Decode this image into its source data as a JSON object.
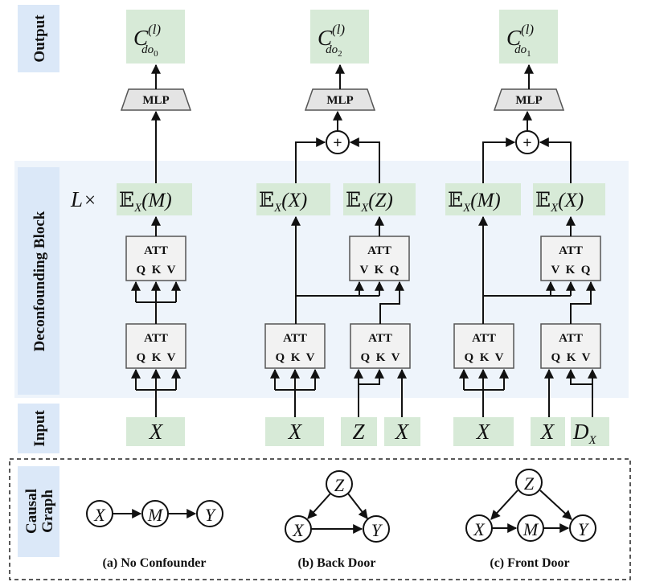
{
  "side_labels": {
    "output": "Output",
    "block": "Deconfounding Block",
    "input": "Input",
    "causal_line1": "Causal",
    "causal_line2": "Graph"
  },
  "repeat": {
    "var": "L",
    "symbol": "×"
  },
  "outputs": [
    {
      "letter": "C",
      "sup": "(l)",
      "sub": "do",
      "subidx": "0"
    },
    {
      "letter": "C",
      "sup": "(l)",
      "sub": "do",
      "subidx": "2"
    },
    {
      "letter": "C",
      "sup": "(l)",
      "sub": "do",
      "subidx": "1"
    }
  ],
  "mlp_label": "MLP",
  "plus_symbol": "+",
  "att": {
    "title": "ATT",
    "qkv": "Q  K  V",
    "vkq": "V  K  Q"
  },
  "expectations": {
    "E": "𝔼",
    "sub": "X",
    "M": "(M)",
    "X": "(X)",
    "Z": "(Z)"
  },
  "inputs": {
    "X": "X",
    "Z": "Z",
    "D": "D",
    "D_sub": "X"
  },
  "graph_nodes": {
    "X": "X",
    "M": "M",
    "Y": "Y",
    "Z": "Z"
  },
  "captions": {
    "a": "(a) No Confounder",
    "b": "(b) Back Door",
    "c": "(c) Front Door"
  },
  "colors": {
    "green_box": "#d7ead7",
    "blue_label": "#dbe8f8",
    "block_band": "#eef4fb",
    "mlp_fill": "#e4e4e4"
  }
}
